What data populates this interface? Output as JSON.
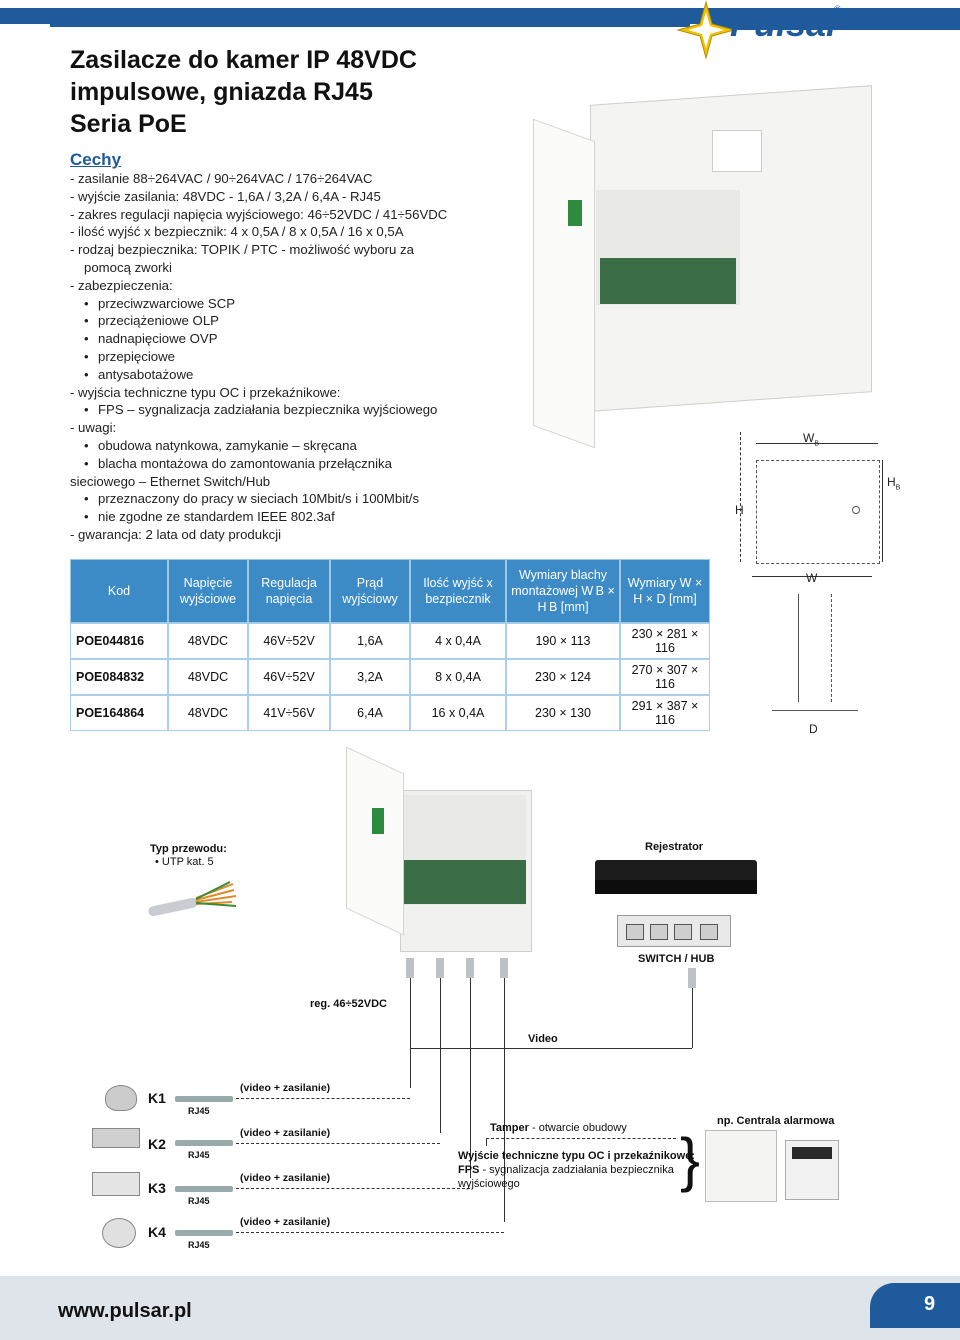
{
  "header": {
    "brand": "Pulsar",
    "reg": "®",
    "title_lines": [
      "Zasilacze do kamer IP 48VDC",
      "impulsowe, gniazda RJ45",
      "Seria PoE"
    ]
  },
  "features": {
    "title": "Cechy",
    "lines": [
      {
        "t": "d",
        "text": "-  zasilanie 88÷264VAC / 90÷264VAC / 176÷264VAC"
      },
      {
        "t": "d",
        "text": "-  wyjście zasilania: 48VDC - 1,6A / 3,2A / 6,4A - RJ45"
      },
      {
        "t": "d",
        "text": "-  zakres regulacji napięcia wyjściowego: 46÷52VDC / 41÷56VDC"
      },
      {
        "t": "d",
        "text": "-  ilość wyjść x bezpiecznik: 4 x 0,5A / 8 x 0,5A / 16 x 0,5A"
      },
      {
        "t": "d",
        "text": "-  rodzaj bezpiecznika: TOPIK / PTC - możliwość wyboru za"
      },
      {
        "t": "c",
        "text": "pomocą zworki"
      },
      {
        "t": "d",
        "text": "-  zabezpieczenia:"
      },
      {
        "t": "b",
        "text": "przeciwzwarciowe SCP"
      },
      {
        "t": "b",
        "text": "przeciążeniowe OLP"
      },
      {
        "t": "b",
        "text": "nadnapięciowe OVP"
      },
      {
        "t": "b",
        "text": "przepięciowe"
      },
      {
        "t": "b",
        "text": "antysabotażowe"
      },
      {
        "t": "d",
        "text": "-  wyjścia techniczne typu OC i przekaźnikowe:"
      },
      {
        "t": "b",
        "text": "FPS – sygnalizacja zadziałania bezpiecznika wyjściowego"
      },
      {
        "t": "d",
        "text": "-  uwagi:"
      },
      {
        "t": "b",
        "text": "obudowa natynkowa, zamykanie – skręcana"
      },
      {
        "t": "b",
        "text": "blacha montażowa do zamontowania przełącznika"
      },
      {
        "t": "x",
        "text": "sieciowego – Ethernet Switch/Hub"
      },
      {
        "t": "b",
        "text": "przeznaczony do pracy w sieciach 10Mbit/s i 100Mbit/s"
      },
      {
        "t": "b",
        "text": "nie zgodne ze standardem IEEE 802.3af"
      },
      {
        "t": "d",
        "text": "-  gwarancja: 2 lata od daty produkcji"
      }
    ]
  },
  "dimensions": {
    "wb": "W",
    "wb_sub": "B",
    "hb": "H",
    "hb_sub": "B",
    "h": "H",
    "w": "W",
    "d": "D"
  },
  "table": {
    "headers": [
      "Kod",
      "Napięcie wyjściowe",
      "Regulacja napięcia",
      "Prąd wyjściowy",
      "Ilość wyjść x bezpiecznik",
      "Wymiary blachy montażowej W B × H B [mm]",
      "Wymiary W × H × D [mm]"
    ],
    "rows": [
      [
        "POE044816",
        "48VDC",
        "46V÷52V",
        "1,6A",
        "4 x 0,4A",
        "190 × 113",
        "230 × 281 × 116"
      ],
      [
        "POE084832",
        "48VDC",
        "46V÷52V",
        "3,2A",
        "8 x 0,4A",
        "230 × 124",
        "270 × 307 × 116"
      ],
      [
        "POE164864",
        "48VDC",
        "41V÷56V",
        "6,4A",
        "16 x 0,4A",
        "230 × 130",
        "291 × 387 × 116"
      ]
    ]
  },
  "wiring": {
    "cable_title": "Typ przewodu:",
    "cable_type": "• UTP kat. 5",
    "recorder": "Rejestrator",
    "switch": "SWITCH / HUB",
    "reg": "reg. 46÷52VDC",
    "video": "Video",
    "cams": [
      {
        "k": "K1",
        "rj": "RJ45",
        "sig": "(video + zasilanie)"
      },
      {
        "k": "K2",
        "rj": "RJ45",
        "sig": "(video + zasilanie)"
      },
      {
        "k": "K3",
        "rj": "RJ45",
        "sig": "(video + zasilanie)"
      },
      {
        "k": "K4",
        "rj": "RJ45",
        "sig": "(video + zasilanie)"
      }
    ],
    "tamper_bold": "Tamper",
    "tamper_rest": " - otwarcie obudowy",
    "outputs_title": "Wyjście techniczne typu OC i przekaźnikowe:",
    "fps_bold": "FPS",
    "fps_rest": " - sygnalizacja zadziałania bezpiecznika wyjściowego",
    "alarm": "np. Centrala alarmowa",
    "brace": "}"
  },
  "footer": {
    "url": "www.pulsar.pl",
    "page": "9"
  },
  "colors": {
    "brand": "#1f5a9c",
    "table_head": "#3c8bc6"
  }
}
